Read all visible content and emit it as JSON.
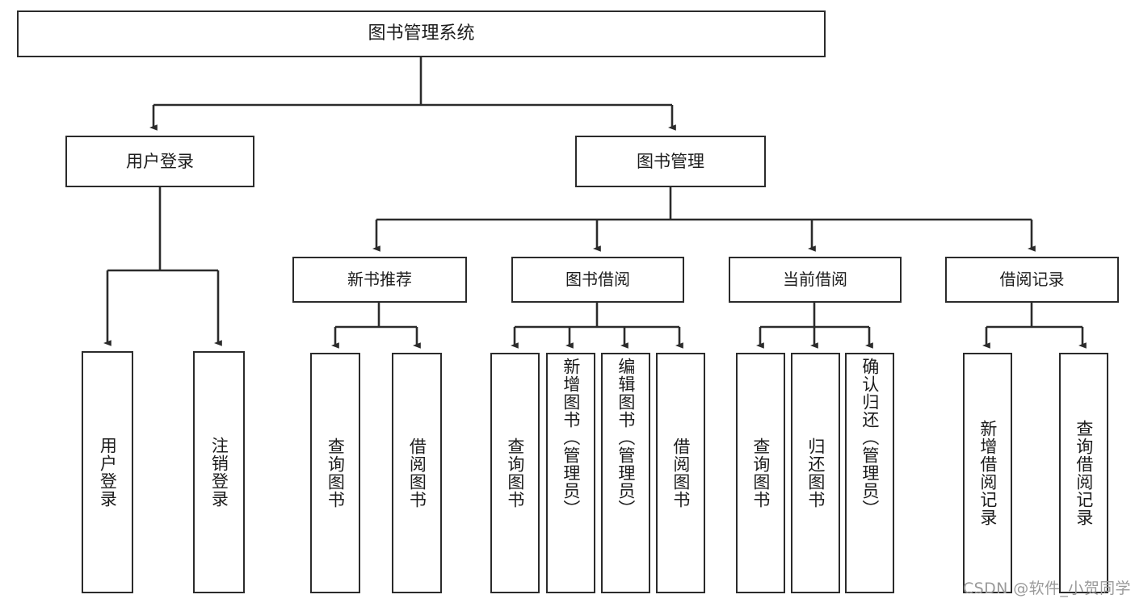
{
  "diagram": {
    "type": "tree-hierarchy",
    "title": "图书管理系统",
    "watermark": "CSDN @软件_小贺同学",
    "colors": {
      "border": "#2b2b2b",
      "background": "#ffffff",
      "text": "#1c1c1c",
      "watermark": "#9a9a9a"
    },
    "nodes": {
      "root": {
        "label": "图书管理系统"
      },
      "level2": [
        {
          "label": "用户登录"
        },
        {
          "label": "图书管理"
        }
      ],
      "level3": [
        {
          "label": "新书推荐"
        },
        {
          "label": "图书借阅"
        },
        {
          "label": "当前借阅"
        },
        {
          "label": "借阅记录"
        }
      ],
      "leaves": {
        "user_login": [
          {
            "label": "用户登录"
          },
          {
            "label": "注销登录"
          }
        ],
        "new_book": [
          {
            "label": "查询图书"
          },
          {
            "label": "借阅图书"
          }
        ],
        "book_borrow": [
          {
            "label": "查询图书"
          },
          {
            "label": "新增图书（管理员）"
          },
          {
            "label": "编辑图书（管理员）"
          },
          {
            "label": "借阅图书"
          }
        ],
        "current_borrow": [
          {
            "label": "查询图书"
          },
          {
            "label": "归还图书"
          },
          {
            "label": "确认归还（管理员）"
          }
        ],
        "borrow_record": [
          {
            "label": "新增借阅记录"
          },
          {
            "label": "查询借阅记录"
          }
        ]
      }
    }
  }
}
